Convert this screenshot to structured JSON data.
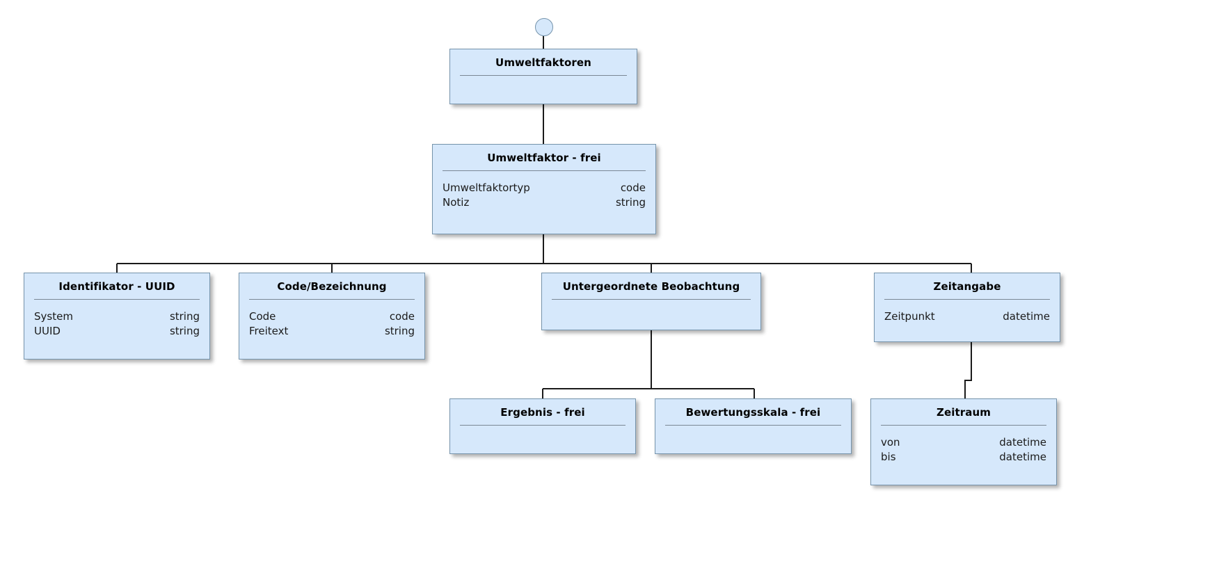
{
  "diagram": {
    "kind": "uml-class-hierarchy",
    "language": "de",
    "background_color": "#ffffff",
    "node_fill_color": "#d6e8fb",
    "node_border_color": "#7593ab",
    "edge_color": "#1a1a1a",
    "start_marker": {
      "name": "start-node",
      "shape": "circle"
    }
  },
  "nodes": [
    {
      "id": "umweltfaktoren",
      "title": "Umweltfaktoren",
      "attributes": []
    },
    {
      "id": "umweltfaktor-frei",
      "title": "Umweltfaktor - frei",
      "attributes": [
        {
          "name": "Umweltfaktortyp",
          "type": "code"
        },
        {
          "name": "Notiz",
          "type": "string"
        }
      ]
    },
    {
      "id": "identifikator-uuid",
      "title": "Identifikator - UUID",
      "attributes": [
        {
          "name": "System",
          "type": "string"
        },
        {
          "name": "UUID",
          "type": "string"
        }
      ]
    },
    {
      "id": "code-bezeichnung",
      "title": "Code/Bezeichnung",
      "attributes": [
        {
          "name": "Code",
          "type": "code"
        },
        {
          "name": "Freitext",
          "type": "string"
        }
      ]
    },
    {
      "id": "untergeordnete-beobachtung",
      "title": "Untergeordnete Beobachtung",
      "attributes": []
    },
    {
      "id": "zeitangabe",
      "title": "Zeitangabe",
      "attributes": [
        {
          "name": "Zeitpunkt",
          "type": "datetime"
        }
      ]
    },
    {
      "id": "ergebnis-frei",
      "title": "Ergebnis - frei",
      "attributes": []
    },
    {
      "id": "bewertungsskala-frei",
      "title": "Bewertungsskala - frei",
      "attributes": []
    },
    {
      "id": "zeitraum",
      "title": "Zeitraum",
      "attributes": [
        {
          "name": "von",
          "type": "datetime"
        },
        {
          "name": "bis",
          "type": "datetime"
        }
      ]
    }
  ],
  "edges": [
    {
      "from": "start-node",
      "to": "umweltfaktoren"
    },
    {
      "from": "umweltfaktoren",
      "to": "umweltfaktor-frei"
    },
    {
      "from": "umweltfaktor-frei",
      "to": "identifikator-uuid"
    },
    {
      "from": "umweltfaktor-frei",
      "to": "code-bezeichnung"
    },
    {
      "from": "umweltfaktor-frei",
      "to": "untergeordnete-beobachtung"
    },
    {
      "from": "umweltfaktor-frei",
      "to": "zeitangabe"
    },
    {
      "from": "untergeordnete-beobachtung",
      "to": "ergebnis-frei"
    },
    {
      "from": "untergeordnete-beobachtung",
      "to": "bewertungsskala-frei"
    },
    {
      "from": "zeitangabe",
      "to": "zeitraum"
    }
  ]
}
